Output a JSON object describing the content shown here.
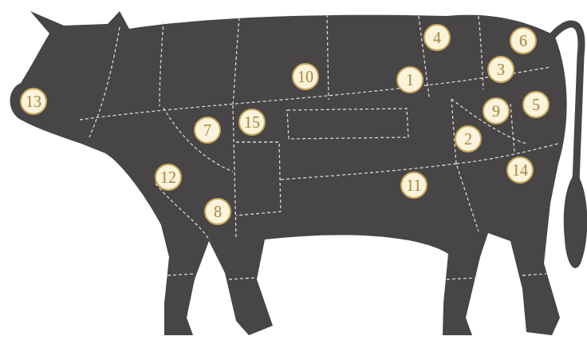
{
  "diagram": {
    "labels": [
      "4",
      "6",
      "3",
      "10",
      "1",
      "13",
      "5",
      "9",
      "15",
      "7",
      "2",
      "12",
      "14",
      "11",
      "8"
    ]
  }
}
